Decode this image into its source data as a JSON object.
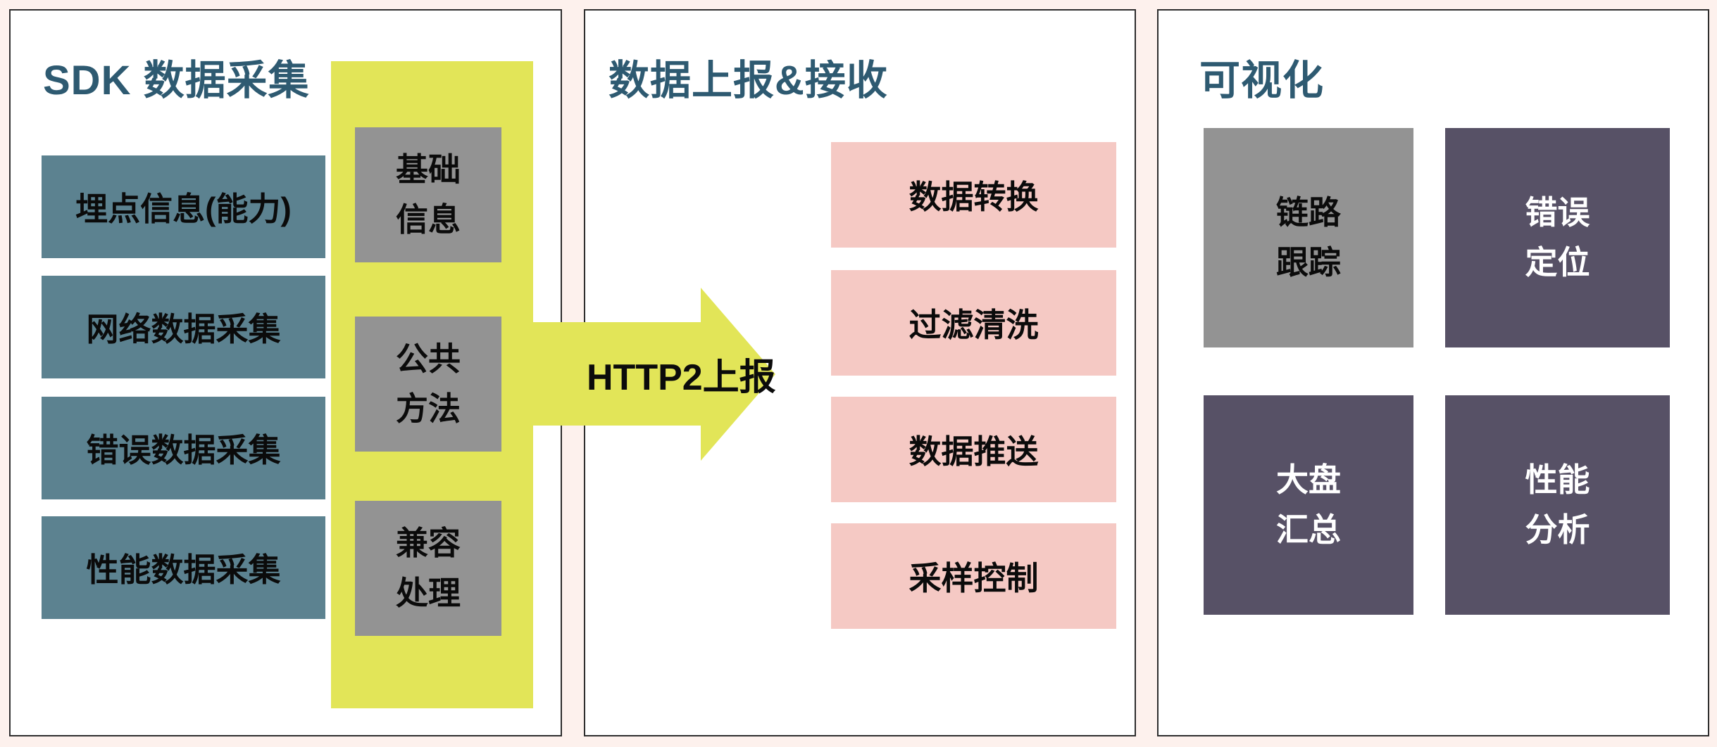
{
  "colors": {
    "background": "#fdf1ed",
    "panel_background": "#ffffff",
    "panel_border": "#2e2e2e",
    "title_text": "#2e5a71",
    "teal_box": "#5c8290",
    "yellow_accent": "#e2e558",
    "gray_box": "#939393",
    "purple_box": "#575166",
    "pink_box": "#f5c9c4",
    "box_text_dark": "#0b0b0b",
    "box_text_light": "#ffffff"
  },
  "sdk_panel": {
    "title": "SDK 数据采集",
    "collect_boxes": [
      "埋点信息(能力)",
      "网络数据采集",
      "错误数据采集",
      "性能数据采集"
    ],
    "core_boxes": [
      {
        "line1": "基础",
        "line2": "信息"
      },
      {
        "line1": "公共",
        "line2": "方法"
      },
      {
        "line1": "兼容",
        "line2": "处理"
      }
    ]
  },
  "arrow": {
    "label": "HTTP2上报"
  },
  "report_panel": {
    "title": "数据上报&接收",
    "boxes": [
      "数据转换",
      "过滤清洗",
      "数据推送",
      "采样控制"
    ]
  },
  "viz_panel": {
    "title": "可视化",
    "boxes": [
      {
        "line1": "链路",
        "line2": "跟踪",
        "variant": "gray"
      },
      {
        "line1": "错误",
        "line2": "定位",
        "variant": "purple"
      },
      {
        "line1": "大盘",
        "line2": "汇总",
        "variant": "purple"
      },
      {
        "line1": "性能",
        "line2": "分析",
        "variant": "purple"
      }
    ]
  }
}
